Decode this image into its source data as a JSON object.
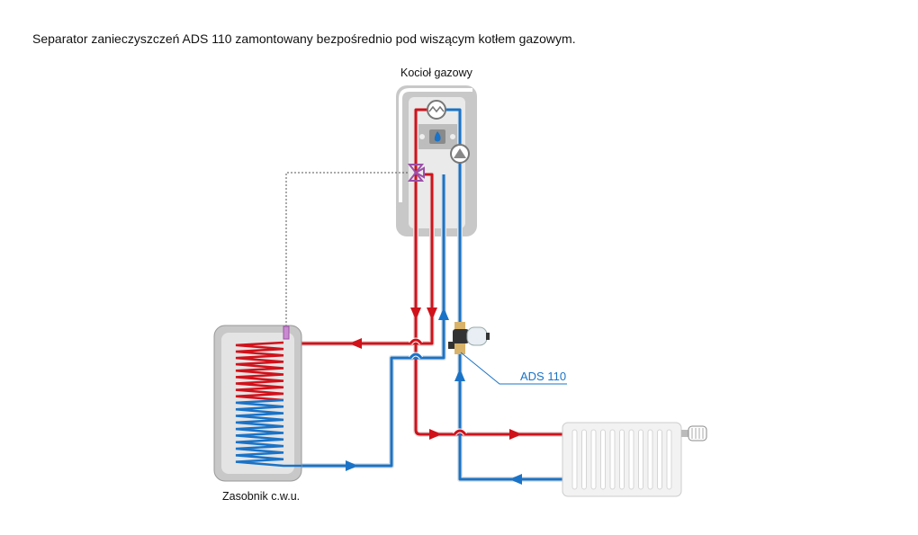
{
  "caption": "Separator zanieczyszczeń ADS 110 zamontowany bezpośrednio pod wiszącym kotłem gazowym.",
  "labels": {
    "boiler": "Kocioł gazowy",
    "tank": "Zasobnik c.w.u.",
    "separator": "ADS 110"
  },
  "colors": {
    "supply": "#d0121b",
    "return": "#1a73c7",
    "valve": "#9c4fa8",
    "casing": "#c8c8c8"
  }
}
